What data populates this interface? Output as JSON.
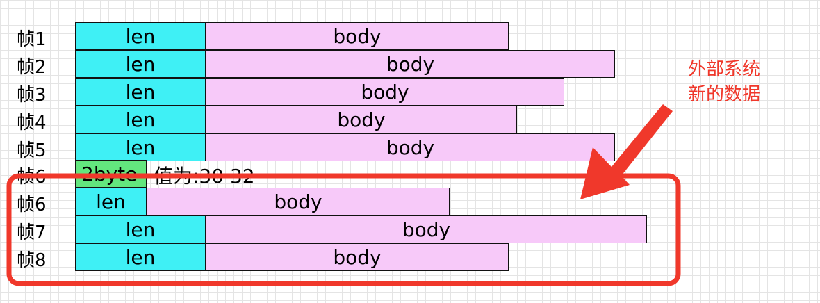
{
  "frames": [
    {
      "label": "帧1",
      "segments": [
        {
          "kind": "len",
          "text": "len"
        },
        {
          "kind": "body",
          "text": "body"
        }
      ]
    },
    {
      "label": "帧2",
      "segments": [
        {
          "kind": "len",
          "text": "len"
        },
        {
          "kind": "body",
          "text": "body"
        }
      ]
    },
    {
      "label": "帧3",
      "segments": [
        {
          "kind": "len",
          "text": "len"
        },
        {
          "kind": "body",
          "text": "body"
        }
      ]
    },
    {
      "label": "帧4",
      "segments": [
        {
          "kind": "len",
          "text": "len"
        },
        {
          "kind": "body",
          "text": "body"
        }
      ]
    },
    {
      "label": "帧5",
      "segments": [
        {
          "kind": "len",
          "text": "len"
        },
        {
          "kind": "body",
          "text": "body"
        }
      ]
    },
    {
      "label": "帧6",
      "segments": [
        {
          "kind": "header",
          "text": "2byte"
        },
        {
          "kind": "value",
          "text": "值为:30 32"
        }
      ]
    },
    {
      "label": "帧6",
      "segments": [
        {
          "kind": "len",
          "text": "len"
        },
        {
          "kind": "body",
          "text": "body"
        }
      ]
    },
    {
      "label": "帧7",
      "segments": [
        {
          "kind": "len",
          "text": "len"
        },
        {
          "kind": "body",
          "text": "body"
        }
      ]
    },
    {
      "label": "帧8",
      "segments": [
        {
          "kind": "len",
          "text": "len"
        },
        {
          "kind": "body",
          "text": "body"
        }
      ]
    }
  ],
  "annotation": {
    "line1": "外部系统",
    "line2": "新的数据"
  },
  "colors": {
    "len": "#3ff0f5",
    "body": "#f7c9f9",
    "header": "#63e67e",
    "highlight": "#f0382b"
  }
}
